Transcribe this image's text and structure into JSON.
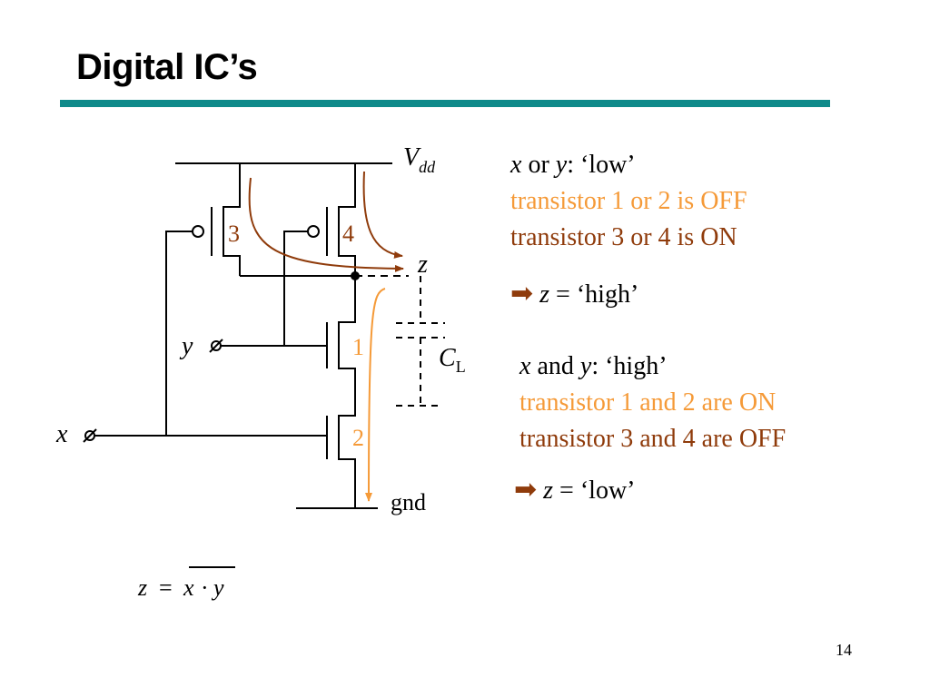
{
  "slide": {
    "title": "Digital IC’s",
    "page_number": "14"
  },
  "diagram": {
    "vdd_label": "V",
    "vdd_sub": "dd",
    "z_label": "z",
    "cl_label": "C",
    "cl_sub": "L",
    "gnd_label": "gnd",
    "x_label": "x",
    "y_label": "y",
    "transistors": {
      "t1": "1",
      "t2": "2",
      "t3": "3",
      "t4": "4"
    }
  },
  "case_low": {
    "line1_x": "x",
    "line1_or": " or ",
    "line1_y": "y",
    "line1_rest": ": ‘low’",
    "line2": "transistor 1 or 2 is OFF",
    "line3": "transistor 3 or 4 is ON",
    "result_arrow": "➡",
    "result_z": "z",
    "result_rest": " = ‘high’"
  },
  "case_high": {
    "line1_x": "x",
    "line1_and": " and ",
    "line1_y": "y",
    "line1_rest": ": ‘high’",
    "line2": "transistor 1 and 2 are ON",
    "line3": "transistor 3 and 4 are OFF",
    "result_arrow": "➡",
    "result_z": "z",
    "result_rest": " = ‘low’"
  },
  "equation": {
    "z": "z",
    "equals": "=",
    "x": "x",
    "dot": "·",
    "y": "y"
  },
  "colors": {
    "teal_rule": "#0f8a8a",
    "orange": "#f59a38",
    "brown": "#8f3b0b"
  }
}
